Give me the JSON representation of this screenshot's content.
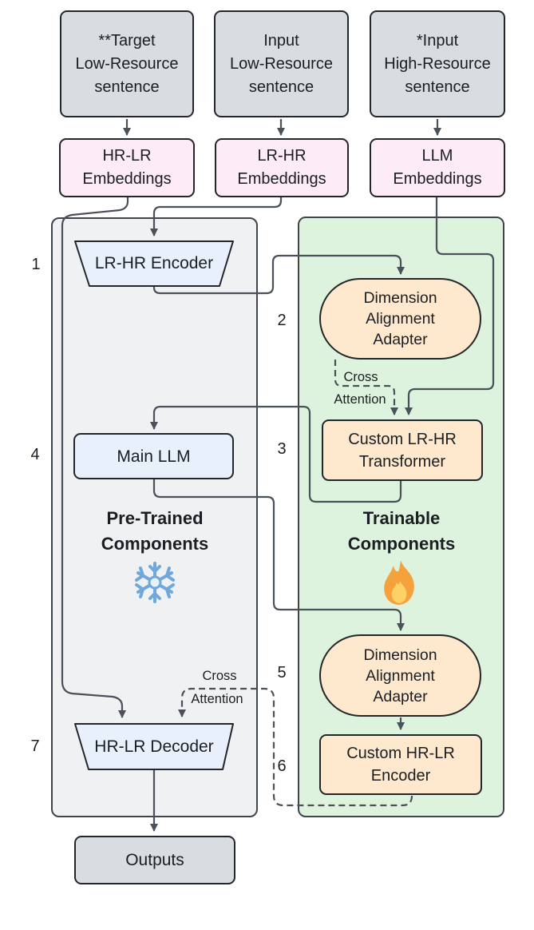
{
  "diagram": {
    "top_nodes": [
      {
        "lines": [
          "**Target",
          "Low-Resource",
          "sentence"
        ]
      },
      {
        "lines": [
          "Input",
          "Low-Resource",
          "sentence"
        ]
      },
      {
        "lines": [
          "*Input",
          "High-Resource",
          "sentence"
        ]
      }
    ],
    "embedding_nodes": [
      {
        "lines": [
          "HR-LR",
          "Embeddings"
        ]
      },
      {
        "lines": [
          "LR-HR",
          "Embeddings"
        ]
      },
      {
        "lines": [
          "LLM",
          "Embeddings"
        ]
      }
    ],
    "steps": [
      "1",
      "2",
      "3",
      "4",
      "5",
      "6",
      "7"
    ],
    "pretrained": {
      "title_line1": "Pre-Trained",
      "title_line2": "Components",
      "icon": "snowflake-icon"
    },
    "trainable": {
      "title_line1": "Trainable",
      "title_line2": "Components",
      "icon": "fire-icon"
    },
    "nodes": {
      "lr_hr_encoder": {
        "label": "LR-HR Encoder",
        "shape": "trapezoid"
      },
      "dimension_alignment_adapter_top": {
        "lines": [
          "Dimension",
          "Alignment",
          "Adapter"
        ],
        "shape": "stadium"
      },
      "custom_lr_hr_transformer": {
        "lines": [
          "Custom LR-HR",
          "Transformer"
        ],
        "shape": "rect"
      },
      "main_llm": {
        "label": "Main LLM",
        "shape": "rect"
      },
      "dimension_alignment_adapter_bottom": {
        "lines": [
          "Dimension",
          "Alignment",
          "Adapter"
        ],
        "shape": "stadium"
      },
      "custom_hr_lr_encoder": {
        "lines": [
          "Custom HR-LR",
          "Encoder"
        ],
        "shape": "rect"
      },
      "hr_lr_decoder": {
        "label": "HR-LR Decoder",
        "shape": "trapezoid"
      },
      "outputs": {
        "label": "Outputs",
        "shape": "rect"
      }
    },
    "edge_labels": {
      "cross_attention_top": {
        "line1": "Cross",
        "line2": "Attention"
      },
      "cross_attention_bottom": {
        "line1": "Cross",
        "line2": "Attention"
      }
    },
    "colors": {
      "sentence_fill": "#d9dce1",
      "embedding_fill": "#fdebf5",
      "frozen_fill": "#e8f0fc",
      "trainable_fill": "#ffe9ce",
      "pretrained_container_fill": "#f0f1f3",
      "trainable_container_fill": "#ddf3dd",
      "node_border": "#23262b",
      "container_border": "#40454c",
      "wire": "#4a5159",
      "snowflake": "#6fa8dc",
      "flame_outer": "#f5a13c",
      "flame_inner": "#fcd267"
    }
  }
}
